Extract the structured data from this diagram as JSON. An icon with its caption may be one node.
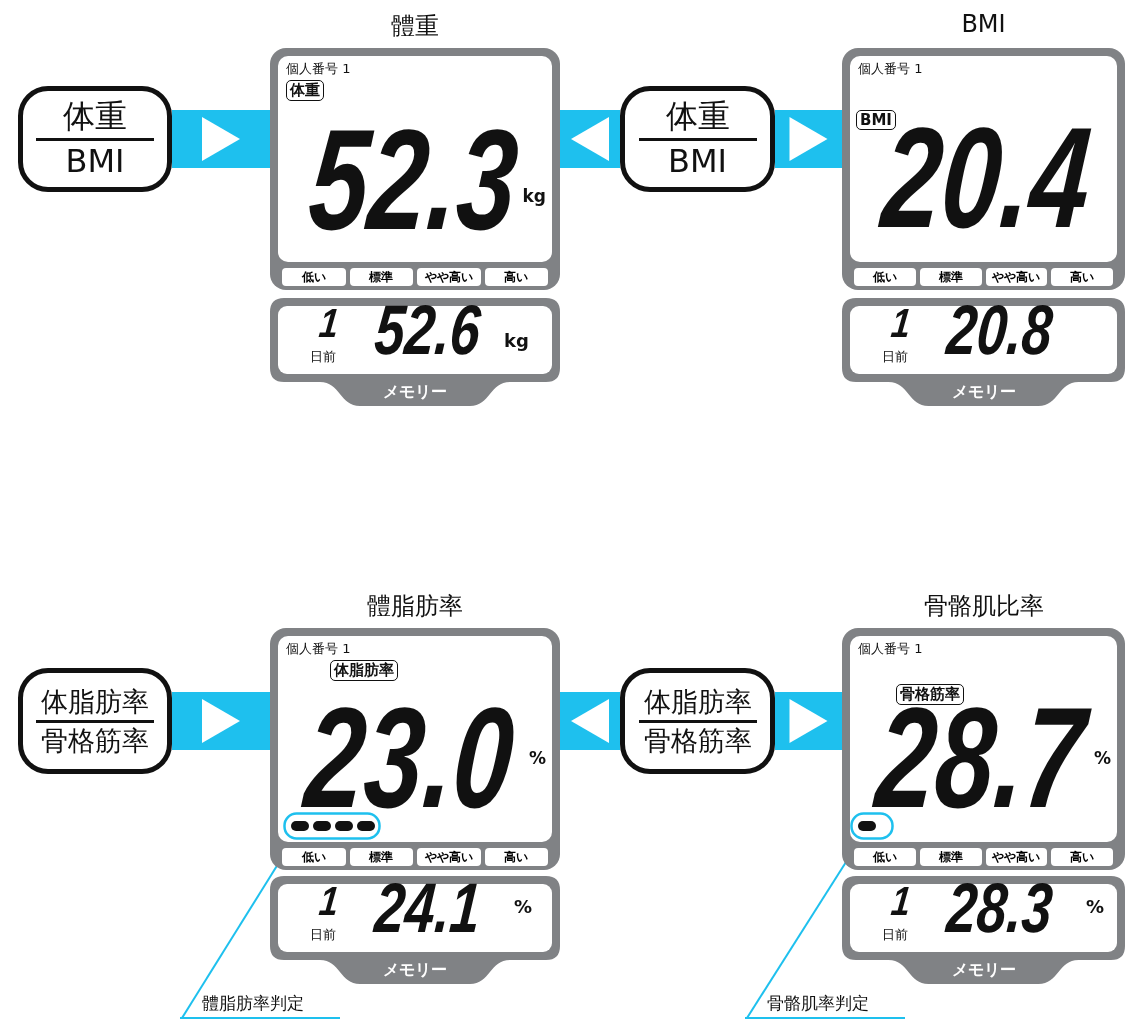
{
  "diagram": {
    "nodes": [
      {
        "text": [
          "体重",
          "BMI"
        ]
      },
      {
        "text": [
          "體重",
          "個人番号 1",
          "体重",
          "52.3",
          "kg",
          "低い",
          "標準",
          "やや高い",
          "高い"
        ]
      },
      {
        "text": [
          "1",
          "日前",
          "52.6",
          "kg",
          "メモリー"
        ]
      },
      {
        "text": [
          "体重",
          "BMI"
        ]
      },
      {
        "text": [
          "BMI",
          "個人番号 1",
          "BMI",
          "20.4",
          "低い",
          "標準",
          "やや高い",
          "高い"
        ]
      },
      {
        "text": [
          "1",
          "日前",
          "20.8",
          "メモリー"
        ]
      },
      {
        "text": [
          "体脂肪率",
          "骨格筋率"
        ]
      },
      {
        "text": [
          "體脂肪率",
          "個人番号 1",
          "体脂肪率",
          "23.0",
          "%",
          "低い",
          "標準",
          "やや高い",
          "高い"
        ]
      },
      {
        "text": [],
        "shape": "box",
        "in": 7
      },
      {
        "text": [
          "1",
          "日前",
          "24.1",
          "%",
          "メモリー"
        ]
      },
      {
        "text": [
          "体脂肪率",
          "骨格筋率"
        ]
      },
      {
        "text": [
          "骨骼肌比率",
          "個人番号 1",
          "骨格筋率",
          "28.7",
          "%",
          "低い",
          "標準",
          "やや高い",
          "高い"
        ]
      },
      {
        "text": [],
        "shape": "box",
        "in": 11
      },
      {
        "text": [
          "1",
          "日前",
          "28.3",
          "%",
          "メモリー"
        ]
      },
      {
        "text": [
          "體脂肪率判定"
        ]
      },
      {
        "text": [
          "骨骼肌率判定"
        ]
      }
    ],
    "edges": [
      {
        "from": 0,
        "to": 1,
        "arrow": "to"
      },
      {
        "from": 3,
        "to": 1,
        "arrow": "to"
      },
      {
        "from": 3,
        "to": 4,
        "arrow": "to"
      },
      {
        "from": 6,
        "to": 7,
        "arrow": "to"
      },
      {
        "from": 10,
        "to": 7,
        "arrow": "to"
      },
      {
        "from": 10,
        "to": 11,
        "arrow": "to"
      },
      {
        "from": 14,
        "to": 8,
        "arrow": "none"
      },
      {
        "from": 15,
        "to": 12,
        "arrow": "none"
      }
    ]
  }
}
